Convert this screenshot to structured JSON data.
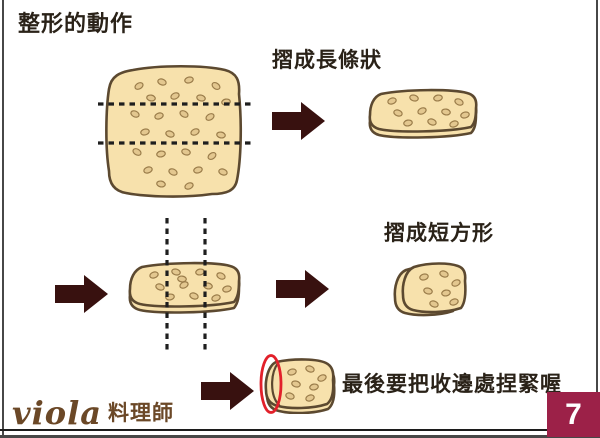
{
  "page": {
    "title": "整形的動作",
    "page_number": "7"
  },
  "labels": {
    "step1": "摺成長條狀",
    "step2": "摺成短方形",
    "step3": "最後要把收邊處捏緊喔"
  },
  "footer": {
    "brand": "viola",
    "brand_role": "料理師"
  },
  "colors": {
    "dough_fill": "#f7e1ac",
    "dough_outline": "#5c4930",
    "seed_fill": "#e3c78f",
    "seed_outline": "#9a7c4a",
    "arrow": "#38110f",
    "guide_line": "#1e1e1e",
    "highlight_circle": "#e2202a",
    "page_badge_bg": "#9c2148",
    "page_badge_text": "#ffffff",
    "brand_brown": "#6b4827",
    "text": "#2a2218"
  }
}
